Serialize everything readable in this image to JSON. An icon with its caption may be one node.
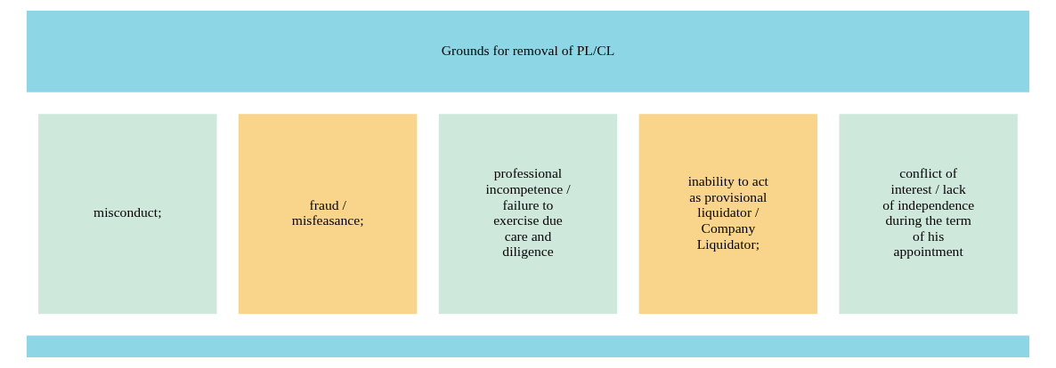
{
  "diagram": {
    "nodes": [
      {
        "text": [
          "Grounds for removal of PL/CL"
        ]
      },
      {
        "text": [
          "misconduct;"
        ]
      },
      {
        "text": [
          "fraud / misfeasance;"
        ]
      },
      {
        "text": [
          "professional incompetence / failure to exercise due care and diligence"
        ]
      },
      {
        "text": [
          "inability to act as provisional liquidator / Company Liquidator;"
        ]
      },
      {
        "text": [
          "conflict of interest / lack of independence during the term of his appointment"
        ]
      },
      {
        "text": [],
        "shape": "bar"
      }
    ],
    "edges": []
  }
}
